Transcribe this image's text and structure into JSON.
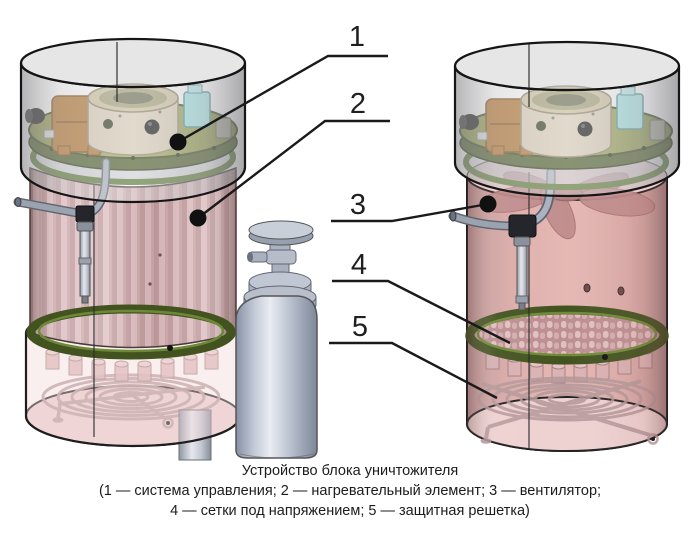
{
  "figure": {
    "caption": {
      "line1": "Устройство блока уничтожителя",
      "line2": "(1 — система управления; 2 — нагревательный элемент; 3 — вентилятор;",
      "line3": "4 — сетки под напряжением; 5 — защитная решетка)"
    },
    "callouts": [
      {
        "number": "1",
        "label": "система управления"
      },
      {
        "number": "2",
        "label": "нагревательный элемент"
      },
      {
        "number": "3",
        "label": "вентилятор"
      },
      {
        "number": "4",
        "label": "сетки под напряжением"
      },
      {
        "number": "5",
        "label": "защитная решетка"
      }
    ],
    "colors": {
      "pcb_green": "#9aa24e",
      "ring_green": "#42531f",
      "heater_pink": "#d8b0b2",
      "body_pink": "#e2b2ae",
      "glass_gray": "#c8c8c8",
      "bottle_silver": "#c6ccd8",
      "line_black": "#1a1a1a"
    }
  }
}
